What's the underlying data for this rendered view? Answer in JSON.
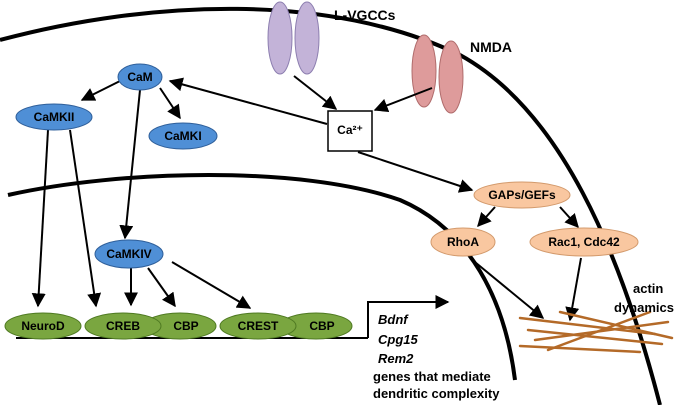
{
  "channels": {
    "lvgcc_label": "L-VGCCs",
    "nmda_label": "NMDA",
    "calcium_label": "Ca²⁺"
  },
  "kinases": {
    "cam": "CaM",
    "camkii": "CaMKII",
    "camki": "CaMKI",
    "camkiv": "CaMKIV"
  },
  "gtpases": {
    "gaps_gefs": "GAPs/GEFs",
    "rhoa": "RhoA",
    "rac_cdc42": "Rac1, Cdc42"
  },
  "transcription": {
    "neurod": "NeuroD",
    "creb": "CREB",
    "cbp_1": "CBP",
    "crest": "CREST",
    "cbp_2": "CBP"
  },
  "genes": {
    "bdnf": "Bdnf",
    "cpg15": "Cpg15",
    "rem2": "Rem2",
    "caption_line1": "genes that mediate",
    "caption_line2": "dendritic complexity"
  },
  "actin": {
    "label_line1": "actin",
    "label_line2": "dynamics"
  },
  "colors": {
    "kinase_fill": "#4f8fd6",
    "gtpase_fill": "#f9c7a0",
    "tf_fill": "#7aa640",
    "lvgcc_fill": "#c3b3d8",
    "nmda_fill": "#de9b9b",
    "actin": "#b46a28"
  }
}
